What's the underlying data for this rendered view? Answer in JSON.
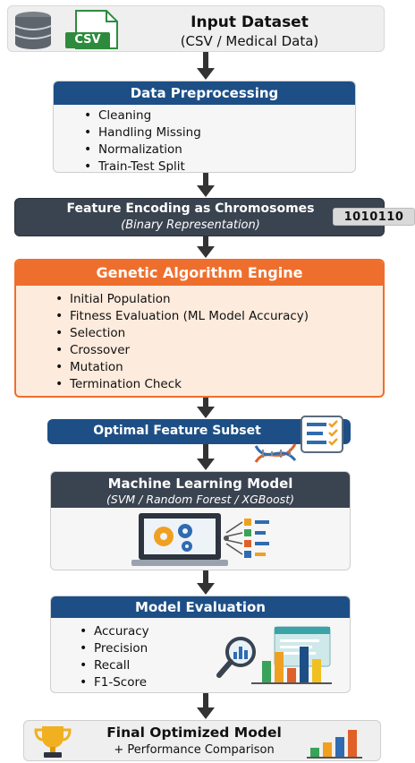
{
  "input": {
    "title": "Input Dataset",
    "subtitle": "(CSV / Medical Data)",
    "csv_label": "CSV"
  },
  "preprocessing": {
    "title": "Data Preprocessing",
    "items": [
      "Cleaning",
      "Handling Missing",
      "Normalization",
      "Train-Test Split"
    ]
  },
  "encoding": {
    "title": "Feature Encoding as Chromosomes",
    "subtitle": "(Binary Representation)",
    "bits": "1010110"
  },
  "ga": {
    "title": "Genetic Algorithm Engine",
    "items": [
      "Initial Population",
      "Fitness Evaluation (ML Model Accuracy)",
      "Selection",
      "Crossover",
      "Mutation",
      "Termination Check"
    ]
  },
  "subset": {
    "title": "Optimal Feature Subset"
  },
  "ml": {
    "title": "Machine Learning Model",
    "subtitle": "(SVM / Random Forest / XGBoost)"
  },
  "evaluation": {
    "title": "Model Evaluation",
    "items": [
      "Accuracy",
      "Precision",
      "Recall",
      "F1-Score"
    ]
  },
  "final": {
    "title": "Final Optimized Model",
    "subtitle": "+ Performance Comparison"
  },
  "colors": {
    "navy": "#1d4f86",
    "dark_slate": "#3a4350",
    "orange": "#ee6f2d",
    "orange_bg": "#fdebdd",
    "gray_bg": "#efefef",
    "box_bg": "#f6f6f6",
    "arrow": "#333333"
  }
}
